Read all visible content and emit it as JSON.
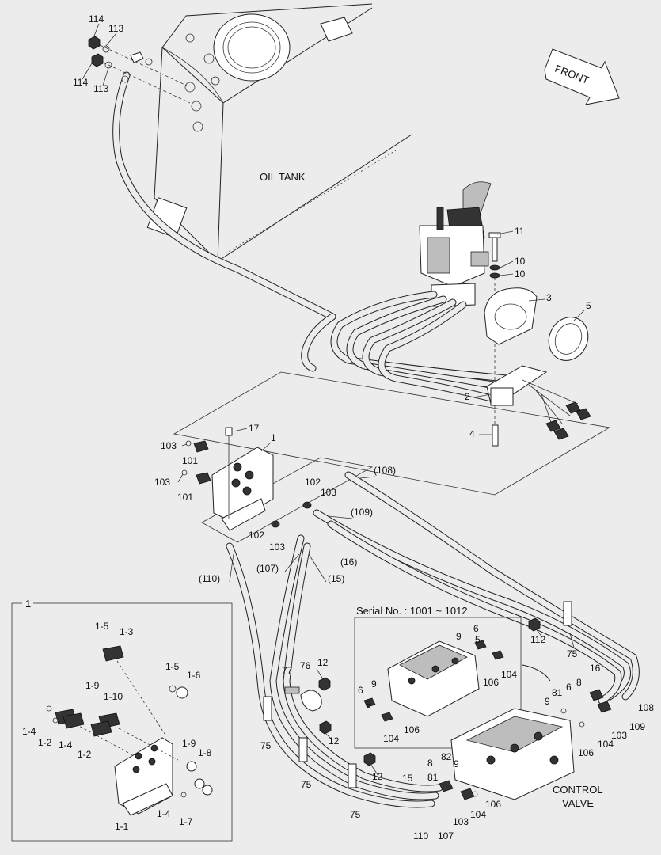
{
  "titles": {
    "oil_tank": "OIL TANK",
    "front": "FRONT",
    "serial": "Serial No. : 1001 ~ 1012",
    "control_valve_1": "CONTROL",
    "control_valve_2": "VALVE",
    "inset_number": "1"
  },
  "labels": {
    "p114a": "114",
    "p113a": "113",
    "p114b": "114",
    "p113b": "113",
    "p11": "11",
    "p10a": "10",
    "p10b": "10",
    "p3": "3",
    "p5": "5",
    "p2": "2",
    "p4": "4",
    "p17": "17",
    "p1": "1",
    "p103a": "103",
    "p101a": "101",
    "p103b": "103",
    "p101b": "101",
    "p102a": "102",
    "p103c": "103",
    "p102b": "102",
    "p103d": "103",
    "p108": "(108)",
    "p109": "(109)",
    "p16a": "(16)",
    "p110": "(110)",
    "p107": "(107)",
    "p15a": "(15)",
    "p112": "112",
    "p75a": "75",
    "p77": "77",
    "p76": "76",
    "p12a": "12",
    "p75b": "75",
    "p12b": "12",
    "p75c": "75",
    "p12c": "12",
    "p75d": "75",
    "s9a": "9",
    "s6a": "6",
    "s5a": "5",
    "s106a": "106",
    "s104a": "104",
    "s6b": "6",
    "s8": "8",
    "s9b": "9",
    "s104b": "104",
    "s106b": "106",
    "c16": "16",
    "c8": "8",
    "c6": "6",
    "c81a": "81",
    "c9a": "9",
    "c108": "108",
    "c109": "109",
    "c103a": "103",
    "c104a": "104",
    "c106a": "106",
    "c15": "15",
    "c8b": "8",
    "c81b": "81",
    "c82": "82",
    "c9b": "9",
    "c106b": "106",
    "c104b": "104",
    "c103b": "103",
    "c110": "110",
    "c107": "107",
    "i15a": "1-5",
    "i13": "1-3",
    "i15b": "1-5",
    "i16": "1-6",
    "i19a": "1-9",
    "i110": "1-10",
    "i14a": "1-4",
    "i12a": "1-2",
    "i14b": "1-4",
    "i12b": "1-2",
    "i19b": "1-9",
    "i18": "1-8",
    "i14c": "1-4",
    "i17": "1-7",
    "i11": "1-1"
  }
}
